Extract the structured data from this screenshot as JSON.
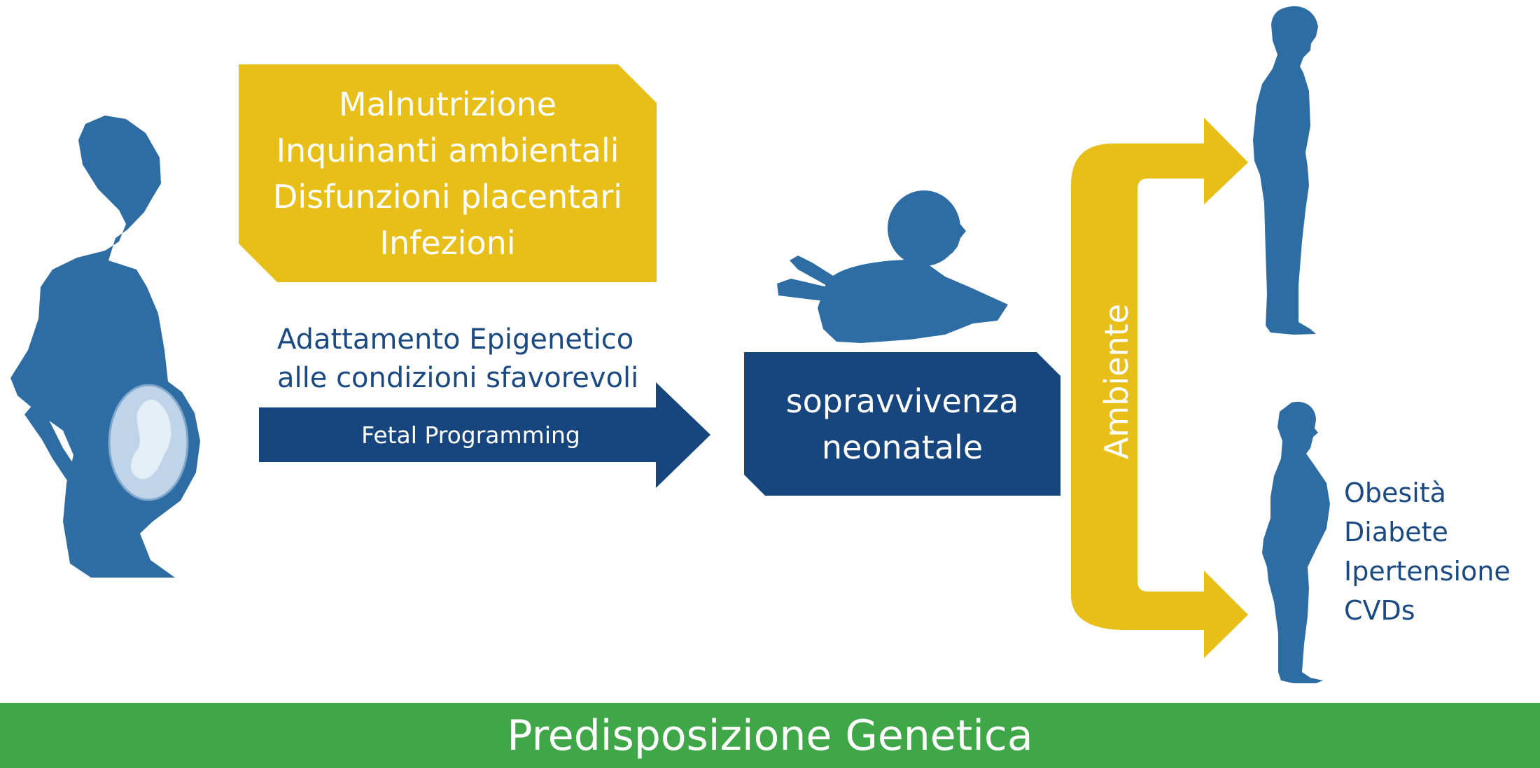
{
  "colors": {
    "yellow": "#E8BE18",
    "dark_blue": "#17457E",
    "figure_blue": "#2E6DA4",
    "green": "#3FA747",
    "text_blue": "#1B4A82"
  },
  "risk_factors": [
    "Malnutrizione",
    "Inquinanti ambientali",
    "Disfunzioni placentari",
    "Infezioni"
  ],
  "epigenetic": {
    "line1": "Adattamento Epigenetico",
    "line2": "alle condizioni sfavorevoli"
  },
  "fetal_programming": "Fetal Programming",
  "neonatal": {
    "line1": "sopravvivenza",
    "line2": "neonatale"
  },
  "environment_label": "Ambiente",
  "diseases": [
    "Obesità",
    "Diabete",
    "Ipertensione",
    "CVDs"
  ],
  "footer": "Predisposizione Genetica"
}
